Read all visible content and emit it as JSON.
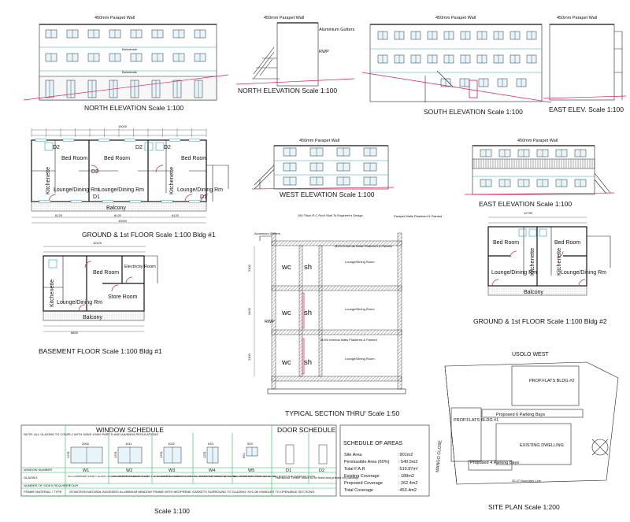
{
  "elevations": {
    "north_elev_parapet": "450mm Parapet Wall",
    "north_elev_balustrade1": "Balustrade",
    "north_elev_balustrade2": "Balustrade",
    "north_elev_title": "NORTH ELEVATION Scale 1:100",
    "north_elev2_parapet": "450mm Parapet Wall",
    "north_elev2_gutters": "Aluminium Gutters",
    "north_elev2_rwp": "RWP",
    "north_elev2_title": "NORTH ELEVATION Scale 1:100",
    "south_parapet": "450mm Parapet Wall",
    "south_title": "SOUTH ELEVATION Scale 1:100",
    "east_parapet": "450mm Parapet Wall",
    "east_title": "EAST ELEV. Scale 1:100",
    "west_parapet": "450mm Parapet Wall",
    "west_title": "WEST ELEVATION Scale 1:100",
    "east2_parapet": "450mm Parapet Wall",
    "east2_title": "EAST ELEVATION Scale 1:100"
  },
  "plan1": {
    "overall": "19020",
    "bed1": "Bed Room",
    "bed2": "Bed Room",
    "bed3": "Bed Room",
    "kitch1": "Kitchenette",
    "kitch2": "Kitchenette",
    "lounge1": "Lounge/Dining Rm",
    "lounge2": "Lounge/Dining Rm",
    "lounge3": "Lounge/Dining Rm",
    "balcony": "Balcony",
    "d1": "D1",
    "d2": "D2",
    "dim_bottom": [
      "6120",
      "6120",
      "6120"
    ],
    "title": "GROUND & 1st FLOOR Scale 1:100 Bldg #1"
  },
  "basement": {
    "overall": "10120",
    "bed": "Bed Room",
    "elec": "Electricity Room",
    "kitch": "Kitchenette",
    "lounge": "Lounge/Dining Rm",
    "store": "Store Room",
    "balcony": "Balcony",
    "bottom": "8600",
    "title": "BASEMENT FLOOR Scale 1:100 Bldg #1"
  },
  "section": {
    "note_roof": "150 Thick R.C Roof Slab To Engineer's Design.",
    "note_parapet": "Parapet Walls Plastered & Painted",
    "note_gutter": "Aluminium Gutters",
    "note_ext": "M200 External Walls Plastered & Painted",
    "note_int": "M190 Internal Walls Plastered & Painted",
    "wc": "wc",
    "sh": "sh",
    "lounge": "Lounge/Dining Room",
    "rwp": "RWP",
    "title": "TYPICAL SECTION THRU'  Scale 1:50"
  },
  "plan2": {
    "overall": "12790",
    "bed1": "Bed Room",
    "bed2": "Bed Room",
    "kitch1": "Kitchenette",
    "kitch2": "Kitchenette",
    "lounge1": "Lounge/Dining Rm",
    "lounge2": "Lounge/Dining Rm",
    "balcony": "Balcony",
    "title": "GROUND & 1st FLOOR  Scale 1:100 Bldg #2"
  },
  "schedule": {
    "window_title": "WINDOW SCHEDULE",
    "door_title": "DOOR SCHEDULE",
    "note": "NOTE: ALL GLAZING TO COMPLY WITH SANS 10400 PART N AND AA/NNSA REGULATIONS",
    "windows": [
      {
        "id": "W1",
        "w": "2000",
        "h": "1251"
      },
      {
        "id": "W2",
        "w": "1511",
        "h": "1251"
      },
      {
        "id": "W3",
        "w": "1022",
        "h": "1251"
      },
      {
        "id": "W4",
        "w": "533",
        "h": "1251"
      },
      {
        "id": "W5",
        "w": "533",
        "h": "652"
      }
    ],
    "doors": [
      "D1",
      "D2"
    ],
    "row_labels": [
      "WINDOW NUMBER",
      "GLAZING",
      "NUMBER OF SIDES REQUIRED",
      "FRAME MATERIAL / TYPE"
    ],
    "glazing": "4mm LAMINATED SAFETY GLASS / 4mm MONOLITHIC ANNEALED GLASS",
    "sides": "FOUR",
    "frame": "25 MICRON NATURAL ANODISED ALUMINIUM WINDOW FRAME WITH NEOPRENE GASKETS SURROUND TO GLAZING. NYLON HANDLES TO OPENABLE SECTIONS.",
    "door_note": "Hardwood Timber doors to be fixed and primed for painting.",
    "scale": "Scale 1:100"
  },
  "areas": {
    "title": "SCHEDULE OF AREAS",
    "rows": [
      {
        "label": "Site Area",
        "value": ":901m2"
      },
      {
        "label": "Permissible  Area (60%)",
        "value": ": 540.5m2"
      },
      {
        "label": "Total F.A.R",
        "value": ":519.87m²"
      },
      {
        "label": "Existing Coverage",
        "value": ": 189m2"
      },
      {
        "label": "Proposed Coverage",
        "value": ": 262.4m2"
      },
      {
        "label": "Total Coverage",
        "value": ":453.4m2"
      }
    ]
  },
  "site": {
    "street": "USOLO WEST",
    "mango": "MANGO CLOSE",
    "flats2": "PROP.FLATS BLDG #2",
    "flats1": "PROP.FLATS BLDG #1",
    "parking6": "Proposed 6 Parking Bays",
    "parking4": "Proposed 4 Parking Bays",
    "existing": "EXISTING DWELLING",
    "boundary": "32.47 Boundary Line",
    "title": "SITE PLAN Scale 1:200"
  },
  "colors": {
    "cyan": "#2a9fb0",
    "green": "#20c060",
    "magenta": "#d81b60",
    "ink": "#111111"
  }
}
